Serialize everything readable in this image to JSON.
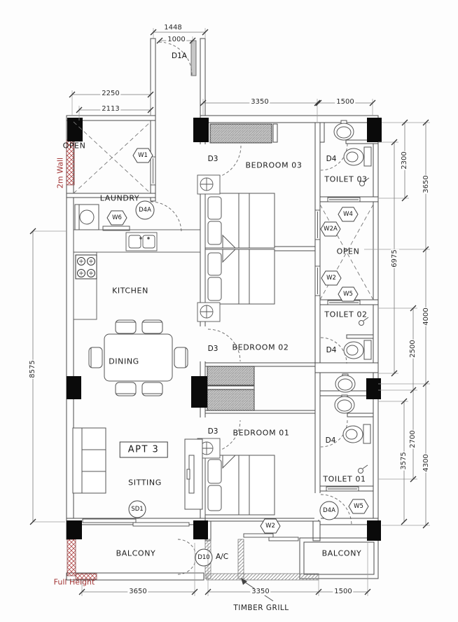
{
  "apartment": {
    "unit_label": "APT 3"
  },
  "rooms": {
    "bedroom03": "BEDROOM 03",
    "bedroom02": "BEDROOM 02",
    "bedroom01": "BEDROOM 01",
    "toilet03": "TOILET 03",
    "toilet02": "TOILET 02",
    "toilet01": "TOILET 01",
    "kitchen": "KITCHEN",
    "dining": "DINING",
    "sitting": "SITTING",
    "laundry": "LAUNDRY",
    "balcony_left": "BALCONY",
    "balcony_right": "BALCONY",
    "open_left": "OPEN",
    "open_right": "OPEN"
  },
  "doors": {
    "d1a": "D1A",
    "d3": "D3",
    "d4": "D4",
    "d4a": "D4A",
    "d10": "D10",
    "sd1": "SD1"
  },
  "windows": {
    "w1": "W1",
    "w2": "W2",
    "w2a": "W2A",
    "w4": "W4",
    "w5": "W5",
    "w6": "W6"
  },
  "dimensions": {
    "top_outer": "1448",
    "top_inner": "1000",
    "left_top_outer": "2250",
    "left_top_inner": "2113",
    "right_top_1": "3350",
    "right_top_2": "1500",
    "left_side": "8575",
    "right_1": "2300",
    "right_2": "3650",
    "right_3": "6975",
    "right_4": "4000",
    "right_5": "2500",
    "right_6": "2700",
    "right_7": "3575",
    "right_8": "4300",
    "bottom_1": "3650",
    "bottom_2": "3350",
    "bottom_3": "1500"
  },
  "annotations": {
    "wall_2m": "2m Wall",
    "full_height": "Full Height",
    "timber_grill": "TIMBER GRILL",
    "ac_unit": "A/C"
  },
  "colors": {
    "wall_line": "#4a4a4a",
    "annotation_red": "#a23535",
    "column_fill": "#0a0a0a",
    "background": "#fdfdfd"
  }
}
